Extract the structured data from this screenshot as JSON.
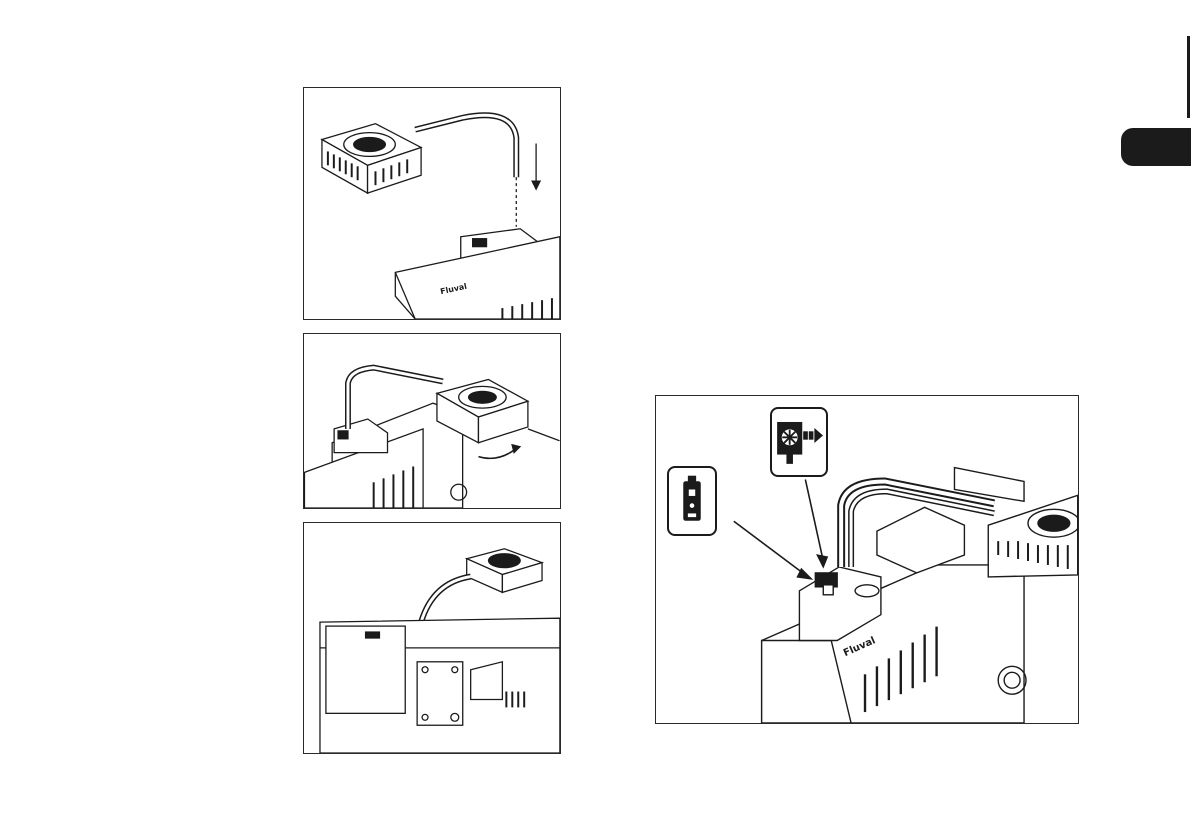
{
  "page": {
    "language_tab": ""
  },
  "figures": [
    {
      "name": "step-1-attach-cable",
      "icon": "pump-cable-plug-illustration"
    },
    {
      "name": "step-2-rotate-pump",
      "icon": "pump-rotate-illustration"
    },
    {
      "name": "step-3-mount-on-aquarium",
      "icon": "pump-mounted-illustration"
    },
    {
      "name": "controller-ports",
      "icon": "controller-ports-illustration"
    }
  ],
  "icons": {
    "controller_icon": "controller-device-icon",
    "pump_icon": "pump-fan-arrow-icon"
  },
  "colors": {
    "ink": "#1b1b1b",
    "background": "#ffffff"
  }
}
